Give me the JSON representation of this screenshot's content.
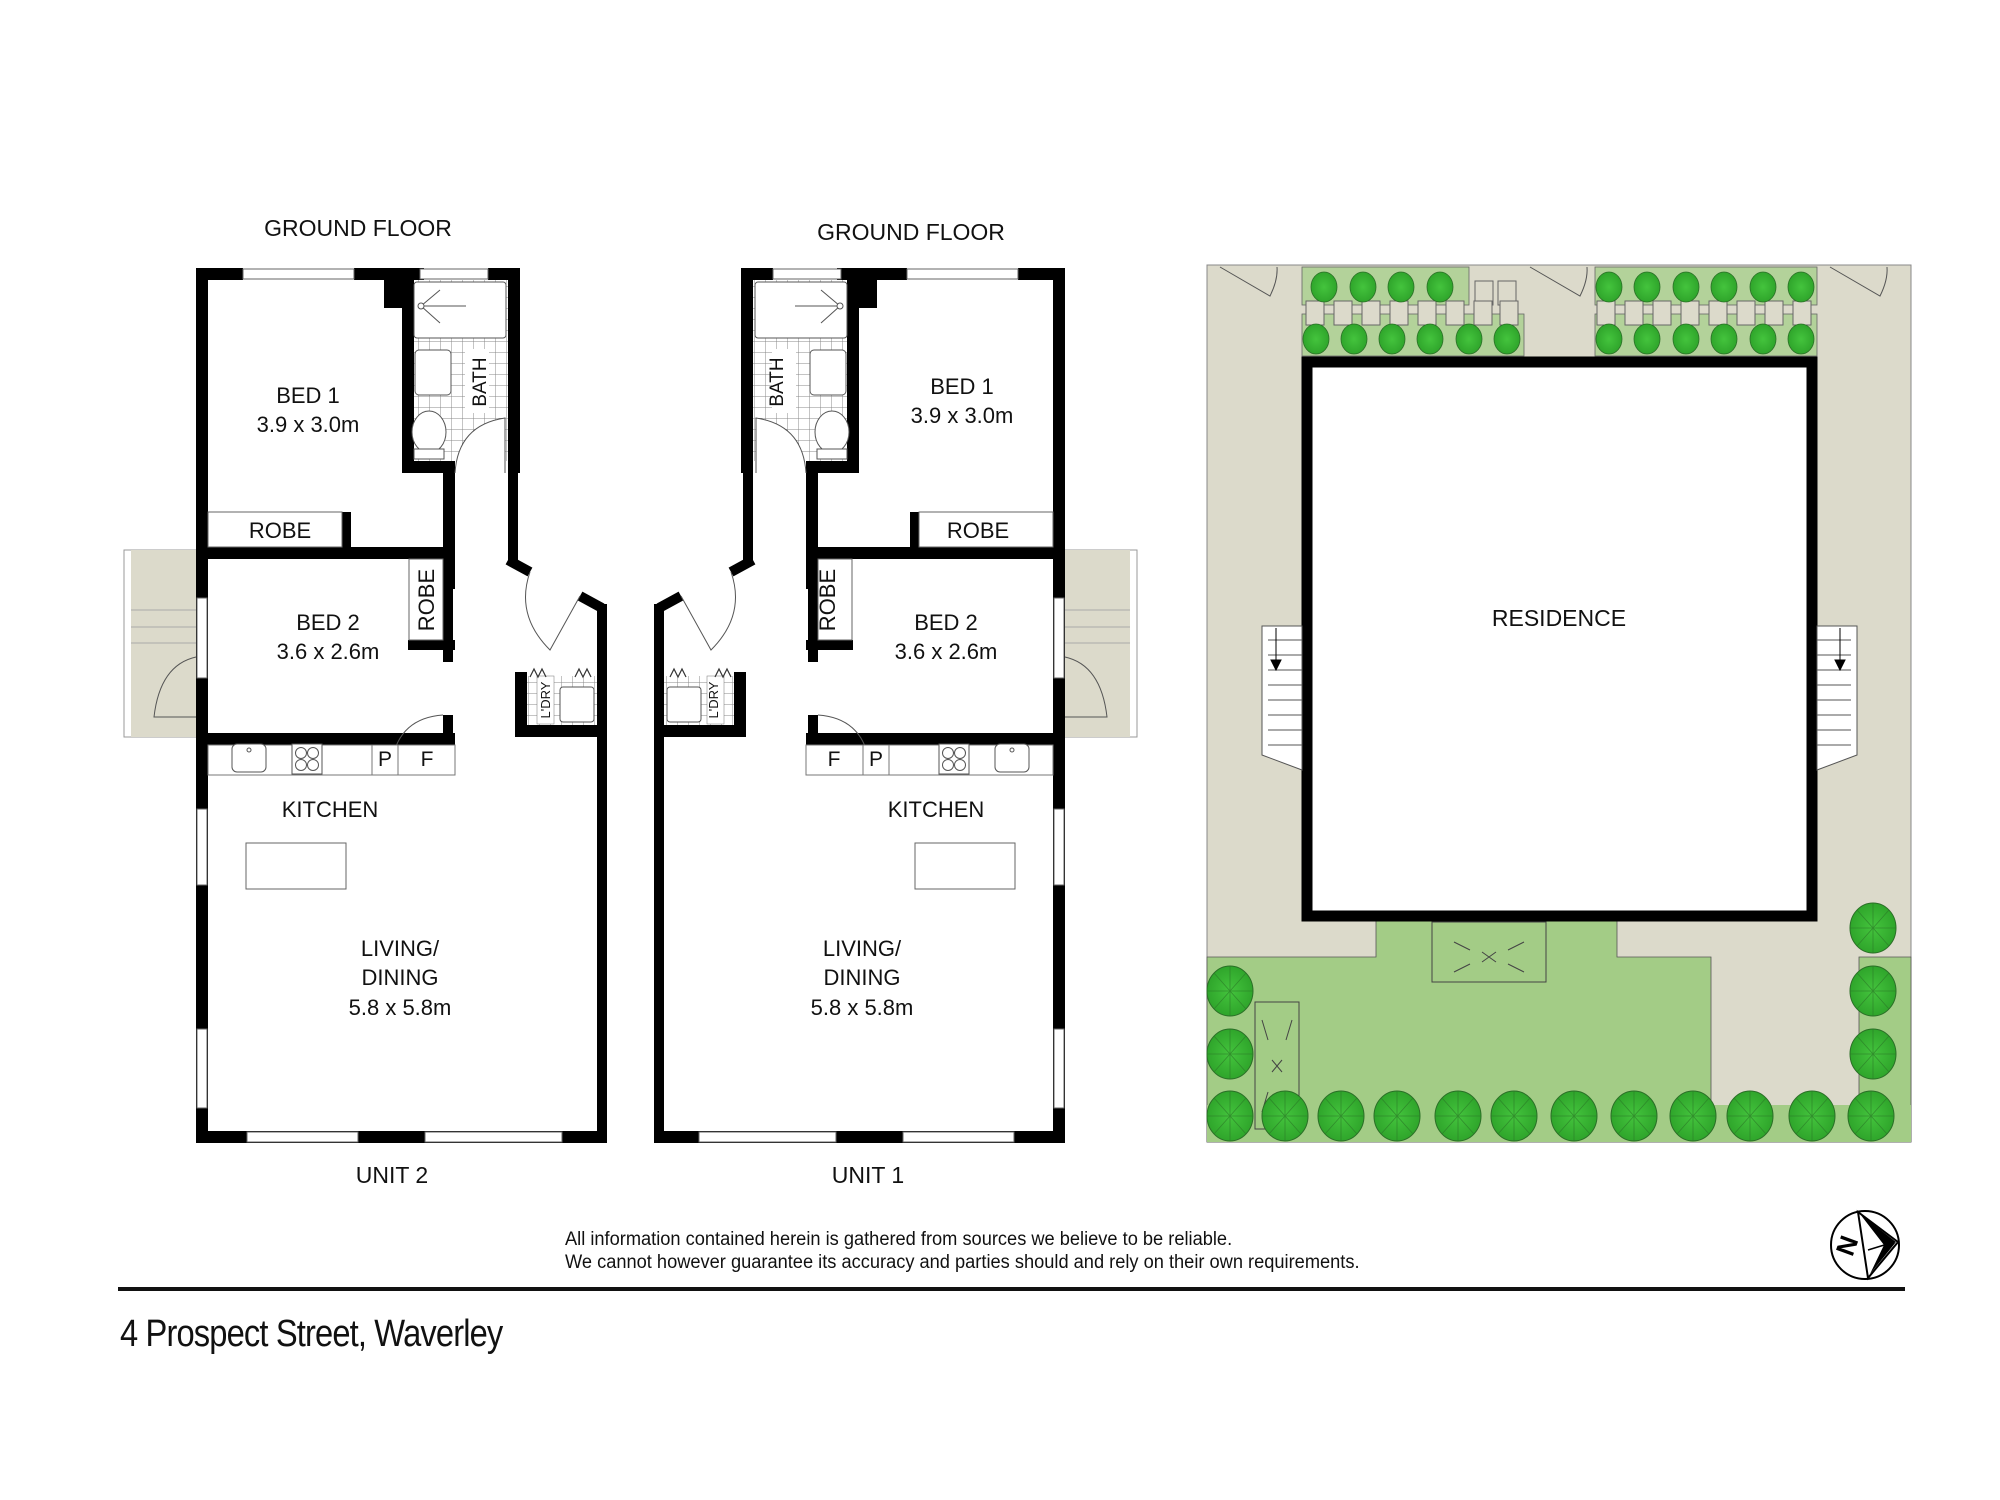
{
  "property": {
    "address": "4 Prospect Street, Waverley"
  },
  "disclaimer": {
    "line1": "All information contained herein is gathered from sources we believe to be reliable.",
    "line2": "We cannot however guarantee its accuracy and parties should and rely on their own requirements."
  },
  "unit2": {
    "level_label": "GROUND FLOOR",
    "unit_label": "UNIT 2",
    "rooms": {
      "bed1": {
        "name": "BED 1",
        "size": "3.9 x 3.0m"
      },
      "bath": {
        "name": "BATH"
      },
      "robe1": {
        "name": "ROBE"
      },
      "bed2": {
        "name": "BED 2",
        "size": "3.6 x 2.6m"
      },
      "robe2": {
        "name": "ROBE"
      },
      "laundry": {
        "name": "L'DRY"
      },
      "kitchen": {
        "name": "KITCHEN",
        "pantry": "P",
        "fridge": "F"
      },
      "living": {
        "line1": "LIVING/",
        "line2": "DINING",
        "size": "5.8 x 5.8m"
      }
    }
  },
  "unit1": {
    "level_label": "GROUND FLOOR",
    "unit_label": "UNIT 1",
    "rooms": {
      "bed1": {
        "name": "BED 1",
        "size": "3.9 x 3.0m"
      },
      "bath": {
        "name": "BATH"
      },
      "robe1": {
        "name": "ROBE"
      },
      "bed2": {
        "name": "BED 2",
        "size": "3.6 x 2.6m"
      },
      "robe2": {
        "name": "ROBE"
      },
      "laundry": {
        "name": "L'DRY"
      },
      "kitchen": {
        "name": "KITCHEN",
        "pantry": "P",
        "fridge": "F"
      },
      "living": {
        "line1": "LIVING/",
        "line2": "DINING",
        "size": "5.8 x 5.8m"
      }
    }
  },
  "site": {
    "building_label": "RESIDENCE"
  },
  "compass": {
    "letter": "N"
  },
  "colors": {
    "wall": "#000000",
    "paving": "#dcdacb",
    "lawn": "#a3cc86",
    "tree": "#3db338",
    "tree_edge": "#2e7a2a",
    "garden_bed": "#b3d29a"
  }
}
